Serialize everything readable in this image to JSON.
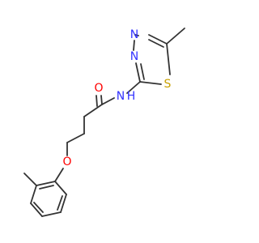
{
  "molecule": {
    "atom_labels": {
      "N_ring_left": "N",
      "N_ring_right": "N",
      "S_ring": "S",
      "O_carbonyl": "O",
      "N_amide": "N",
      "H_amide": "H",
      "O_ether": "O"
    },
    "colors": {
      "bond": "#333333",
      "nitrogen": "#3333ff",
      "oxygen": "#ff0000",
      "sulfur": "#c8a000",
      "hydrogen": "#3333ff"
    }
  }
}
